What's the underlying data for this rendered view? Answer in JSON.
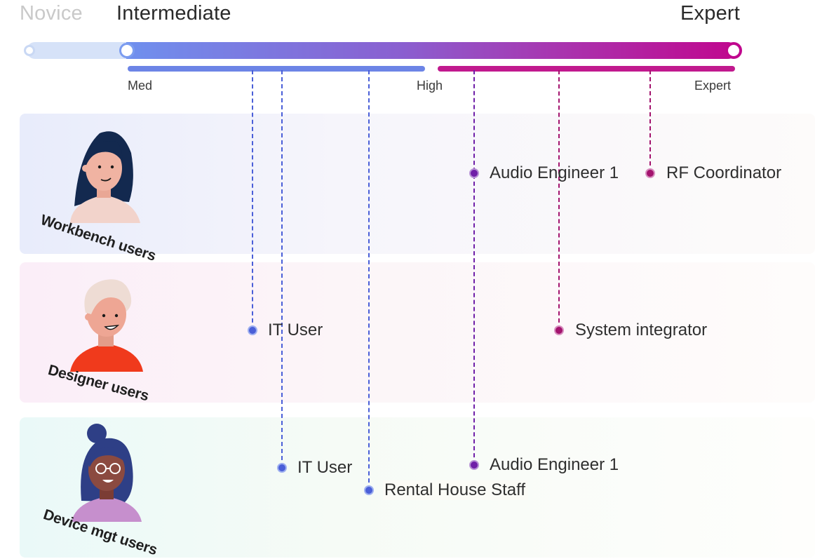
{
  "scale": {
    "levels": [
      "Novice",
      "Intermediate",
      "Expert"
    ],
    "bands": [
      "Med",
      "High",
      "Expert"
    ],
    "colors": {
      "start": "#6f90ee",
      "mid": "#a836b0",
      "end": "#c0078e",
      "med_band": "#6c84e6",
      "expert_band": "#c1198e"
    }
  },
  "groups": [
    {
      "label": "Workbench users",
      "avatar": "woman-dark-hair-avatar"
    },
    {
      "label": "Designer users",
      "avatar": "man-light-hair-avatar"
    },
    {
      "label": "Device mgt users",
      "avatar": "woman-glasses-avatar"
    }
  ],
  "users": {
    "workbench": [
      "Audio Engineer 1",
      "RF Coordinator"
    ],
    "designer": [
      "IT User",
      "System integrator"
    ],
    "device": [
      "IT User",
      "Rental House Staff",
      "Audio Engineer 1"
    ]
  }
}
